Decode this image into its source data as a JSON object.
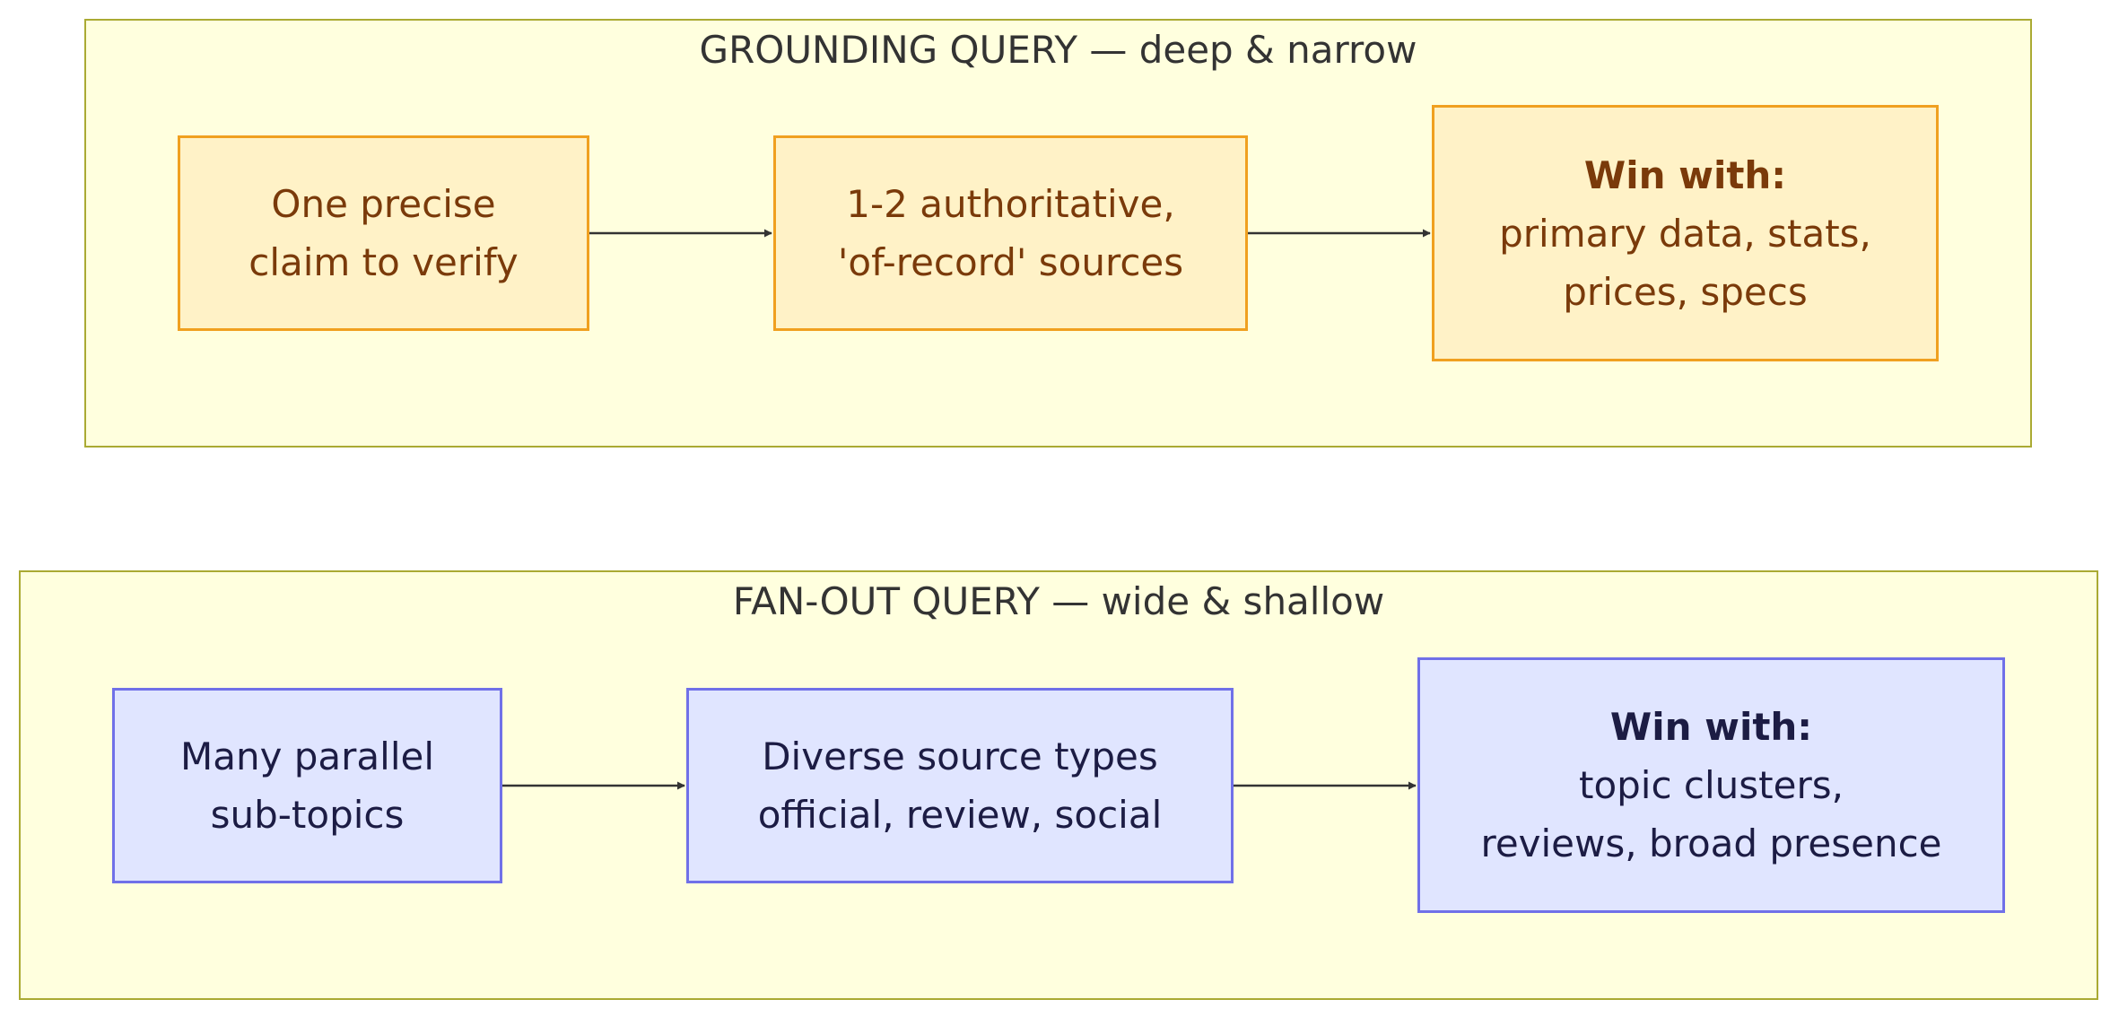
{
  "grounding": {
    "title": "GROUNDING QUERY — deep & narrow",
    "nodes": [
      {
        "lines": [
          "One precise",
          "claim to verify"
        ]
      },
      {
        "lines": [
          "1-2 authoritative,",
          "'of-record' sources"
        ]
      },
      {
        "heading": "Win with:",
        "lines": [
          "primary data, stats,",
          "prices, specs"
        ]
      }
    ]
  },
  "fanout": {
    "title": "FAN-OUT QUERY — wide & shallow",
    "nodes": [
      {
        "lines": [
          "Many parallel",
          "sub-topics"
        ]
      },
      {
        "lines": [
          "Diverse source types",
          "official, review, social"
        ]
      },
      {
        "heading": "Win with:",
        "lines": [
          "topic clusters,",
          "reviews, broad presence"
        ]
      }
    ]
  },
  "colors": {
    "group_fill": "#ffffde",
    "group_border": "#aaaa33",
    "warm_fill": "#fff2c7",
    "warm_border": "#f0a020",
    "warm_text": "#7a3a0a",
    "cool_fill": "#e0e5ff",
    "cool_border": "#7070e8",
    "cool_text": "#1c1c44",
    "edge": "#333333"
  }
}
